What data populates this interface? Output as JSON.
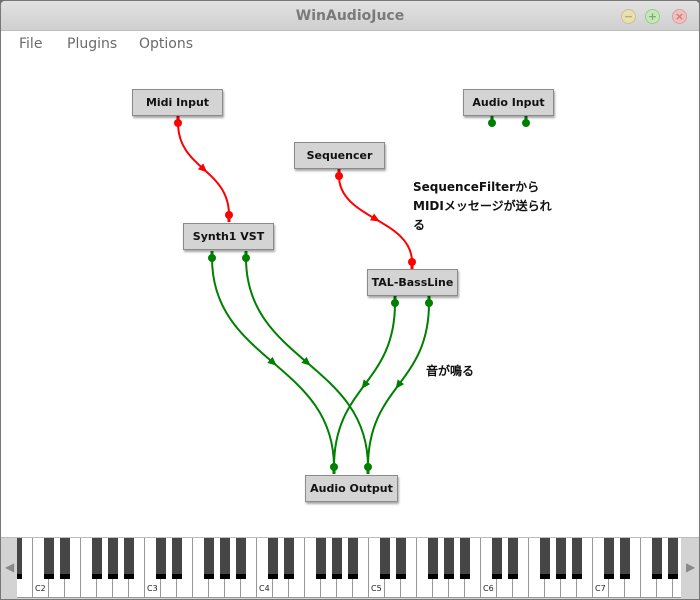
{
  "window": {
    "title": "WinAudioJuce"
  },
  "menu": [
    "File",
    "Plugins",
    "Options"
  ],
  "nodes": [
    {
      "id": "midi",
      "label": "Midi Input"
    },
    {
      "id": "audioin",
      "label": "Audio Input"
    },
    {
      "id": "seq",
      "label": "Sequencer"
    },
    {
      "id": "synth",
      "label": "Synth1 VST"
    },
    {
      "id": "tal",
      "label": "TAL-BassLine"
    },
    {
      "id": "audioout",
      "label": "Audio Output"
    }
  ],
  "connections": [
    {
      "from": "midi",
      "to": "synth",
      "type": "midi"
    },
    {
      "from": "seq",
      "to": "tal",
      "type": "midi"
    },
    {
      "from": "synth.0",
      "to": "audioout.0",
      "type": "audio"
    },
    {
      "from": "synth.1",
      "to": "audioout.1",
      "type": "audio"
    },
    {
      "from": "tal.0",
      "to": "audioout.0",
      "type": "audio"
    },
    {
      "from": "tal.1",
      "to": "audioout.1",
      "type": "audio"
    }
  ],
  "annotations": {
    "midi_note_1": "SequenceFilterから",
    "midi_note_2": "MIDIメッセージが送られ",
    "midi_note_3": "る",
    "audio_note": "音が鳴る"
  },
  "keyboard": {
    "octave_labels": [
      "C2",
      "C3",
      "C4",
      "C5",
      "C6",
      "C7"
    ]
  },
  "colors": {
    "midi": "#ff0000",
    "audio": "#008000"
  }
}
